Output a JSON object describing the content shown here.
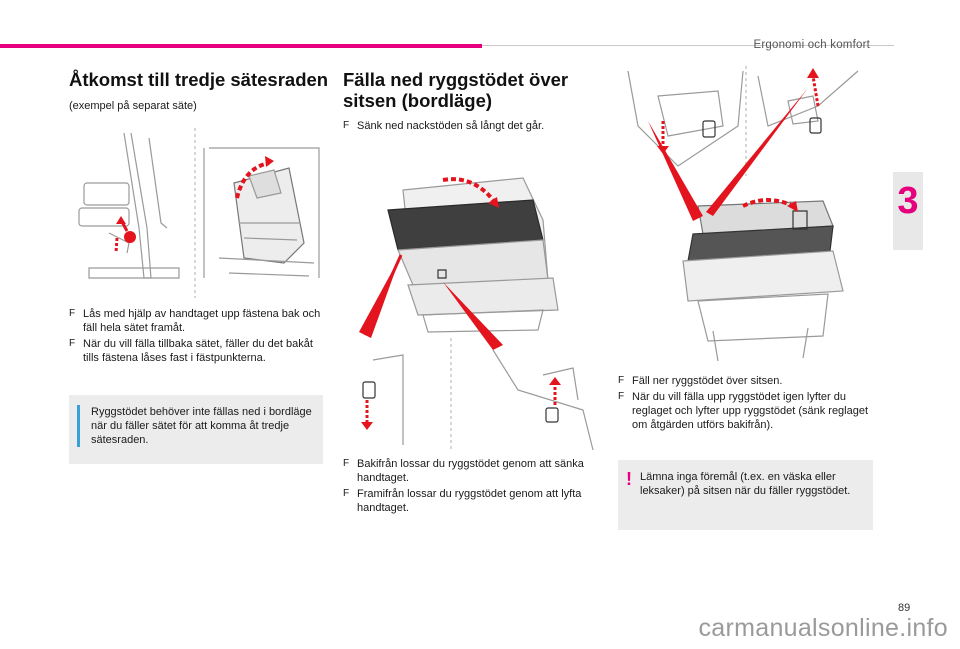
{
  "header": {
    "section_title": "Ergonomi och komfort"
  },
  "chapter": {
    "number": "3"
  },
  "page": {
    "number": "89"
  },
  "watermark": {
    "text": "carmanualsonline.info"
  },
  "colors": {
    "accent": "#e6007e",
    "arrow": "#e3141e",
    "note_bg": "#ececec"
  },
  "col1": {
    "title": "Åtkomst till tredje sätesraden",
    "caption": "(exempel på separat säte)",
    "steps": [
      {
        "bullet": "F",
        "text": "Lås med hjälp av handtaget upp fästena bak och fäll hela sätet framåt."
      },
      {
        "bullet": "F",
        "text": "När du vill fälla tillbaka sätet, fäller du det bakåt tills fästena låses fast i fästpunkterna."
      }
    ],
    "note": {
      "icon": "info-icon",
      "text": "Ryggstödet behöver inte fällas ned i bordläge när du fäller sätet för att komma åt tredje sätesraden."
    }
  },
  "col2": {
    "title": "Fälla ned ryggstödet över sitsen (bordläge)",
    "step_top": {
      "bullet": "F",
      "text": "Sänk ned nackstöden så långt det går."
    },
    "steps": [
      {
        "bullet": "F",
        "text": "Bakifrån lossar du ryggstödet genom att sänka handtaget."
      },
      {
        "bullet": "F",
        "text": "Framifrån lossar du ryggstödet genom att lyfta handtaget."
      }
    ]
  },
  "col3": {
    "steps": [
      {
        "bullet": "F",
        "text": "Fäll ner ryggstödet över sitsen."
      },
      {
        "bullet": "F",
        "text": "När du vill fälla upp ryggstödet igen lyfter du reglaget och lyfter upp ryggstödet (sänk reglaget om åtgärden utförs bakifrån)."
      }
    ],
    "warning": {
      "icon": "warning-exclamation-icon",
      "text": "Lämna inga föremål (t.ex. en väska eller leksaker) på sitsen när du fäller ryggstödet."
    }
  }
}
